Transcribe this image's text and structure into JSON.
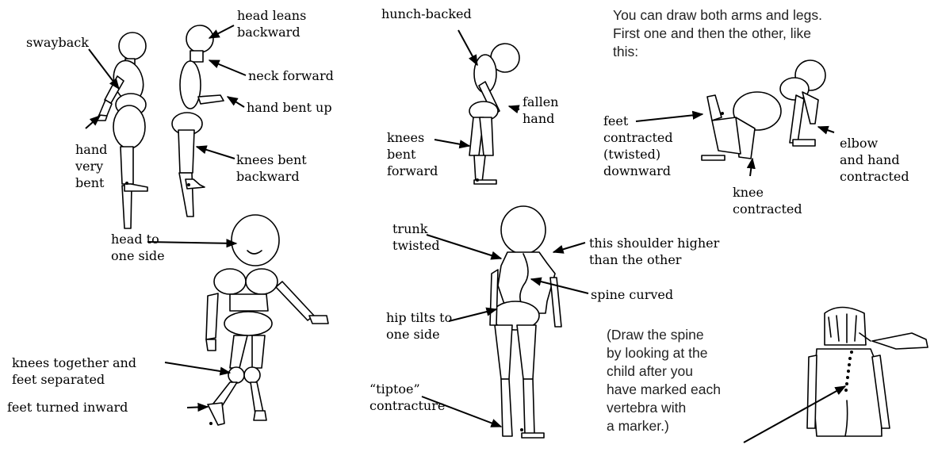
{
  "labels": {
    "swayback": "swayback",
    "hand_very_bent": "hand\nvery\nbent",
    "head_leans_backward": "head leans\nbackward",
    "neck_forward": "neck forward",
    "hand_bent_up": "hand bent up",
    "knees_bent_backward": "knees bent\nbackward",
    "hunch_backed": "hunch-backed",
    "fallen_hand": "fallen\nhand",
    "knees_bent_forward": "knees\nbent\nforward",
    "feet_contracted": "feet\ncontracted\n(twisted)\ndownward",
    "knee_contracted": "knee\ncontracted",
    "elbow_hand_contracted": "elbow\nand hand\ncontracted",
    "head_to_one_side": "head to\none side",
    "knees_together": "knees together and\nfeet separated",
    "feet_turned_inward": "feet turned inward",
    "trunk_twisted": "trunk\ntwisted",
    "shoulder_higher": "this shoulder higher\nthan the other",
    "spine_curved": "spine curved",
    "hip_tilts": "hip tilts to\none side",
    "tiptoe": "“tiptoe”\ncontracture"
  },
  "notes": {
    "arms_legs": "You can draw both arms and legs.\nFirst one and then the other, like\nthis:",
    "spine_instructions": "(Draw the spine\nby looking at the\nchild after you\nhave marked each\nvertebra with\na marker.)"
  }
}
